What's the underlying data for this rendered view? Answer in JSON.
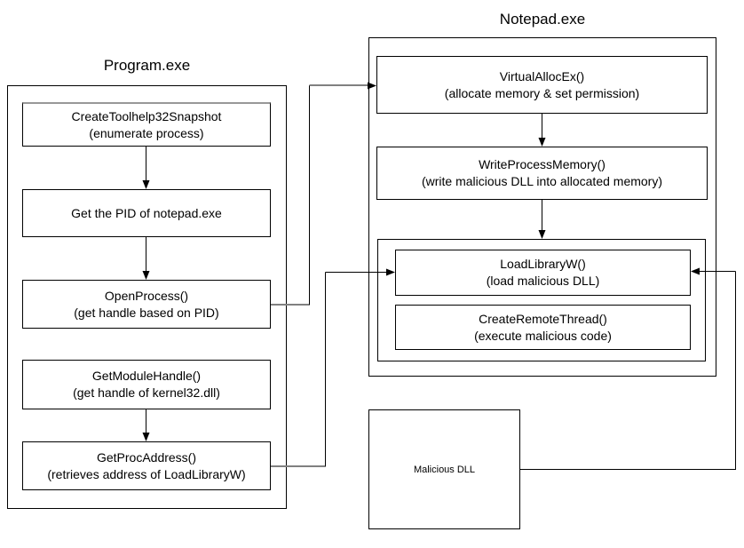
{
  "program": {
    "title": "Program.exe",
    "nodes": [
      {
        "line1": "CreateToolhelp32Snapshot",
        "line2": "(enumerate process)"
      },
      {
        "line1": "Get the PID of notepad.exe",
        "line2": ""
      },
      {
        "line1": "OpenProcess()",
        "line2": "(get handle based on PID)"
      },
      {
        "line1": "GetModuleHandle()",
        "line2": "(get handle of kernel32.dll)"
      },
      {
        "line1": "GetProcAddress()",
        "line2": "(retrieves address of LoadLibraryW)"
      }
    ]
  },
  "notepad": {
    "title": "Notepad.exe",
    "nodes": [
      {
        "line1": "VirtualAllocEx()",
        "line2": "(allocate memory & set permission)"
      },
      {
        "line1": "WriteProcessMemory()",
        "line2": "(write malicious DLL into allocated memory)"
      },
      {
        "line1": "LoadLibraryW()",
        "line2": "(load malicious DLL)"
      },
      {
        "line1": "CreateRemoteThread()",
        "line2": "(execute malicious code)"
      }
    ]
  },
  "malicious_dll": {
    "label": "Malicious DLL"
  },
  "colors": {
    "line_black": "#000000",
    "connector_gray": "#808080",
    "box_top_highlight": "#989898",
    "background": "#ffffff"
  }
}
